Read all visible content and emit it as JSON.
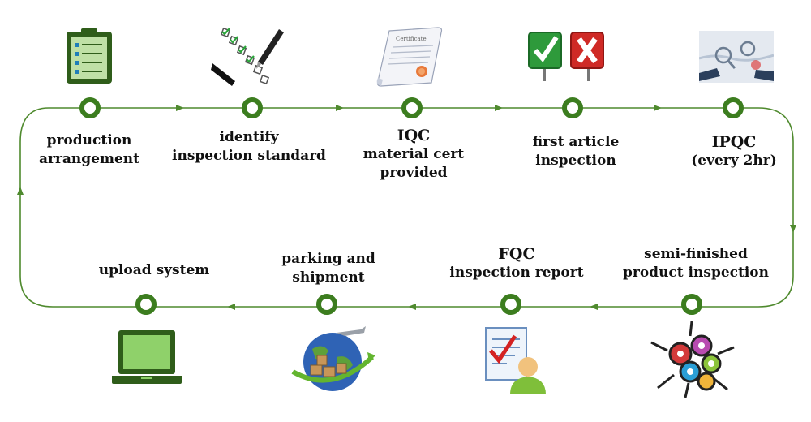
{
  "steps": [
    {
      "lines": [
        "production",
        "arrangement"
      ],
      "icon": "clipboard-icon"
    },
    {
      "lines": [
        "identify",
        "inspection standard"
      ],
      "icon": "checklist-pen-icon"
    },
    {
      "lines": [
        "IQC",
        "material cert",
        "provided"
      ],
      "icon": "certificate-icon"
    },
    {
      "lines": [
        "first article",
        "inspection"
      ],
      "icon": "check-cross-signs-icon"
    },
    {
      "lines": [
        "IPQC",
        "(every 2hr)"
      ],
      "icon": "magnifier-hands-icon"
    },
    {
      "lines": [
        "semi-finished",
        "product inspection"
      ],
      "icon": "gears-magnifier-icon"
    },
    {
      "lines": [
        "FQC",
        "inspection report"
      ],
      "icon": "report-person-icon"
    },
    {
      "lines": [
        "parking and",
        "shipment"
      ],
      "icon": "globe-shipping-icon"
    },
    {
      "lines": [
        "upload system"
      ],
      "icon": "laptop-icon"
    }
  ],
  "colors": {
    "flow": "#4f8a2e",
    "node": "#3c7d1f"
  }
}
